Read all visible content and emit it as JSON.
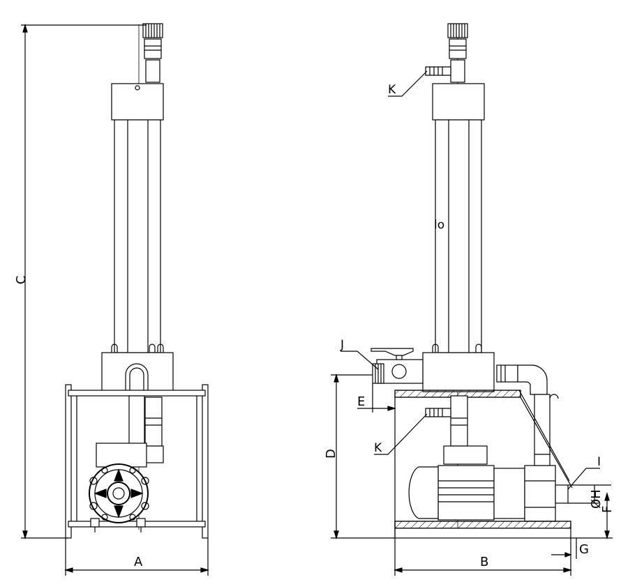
{
  "dimensions": {
    "A": "A",
    "B": "B",
    "C": "C",
    "D": "D",
    "E": "E",
    "F": "F",
    "G": "G",
    "H": "ØH"
  },
  "callouts": {
    "I": "I",
    "J": "J",
    "K_top": "K",
    "K_mid": "K"
  },
  "misc": {
    "column_text": "lo"
  }
}
